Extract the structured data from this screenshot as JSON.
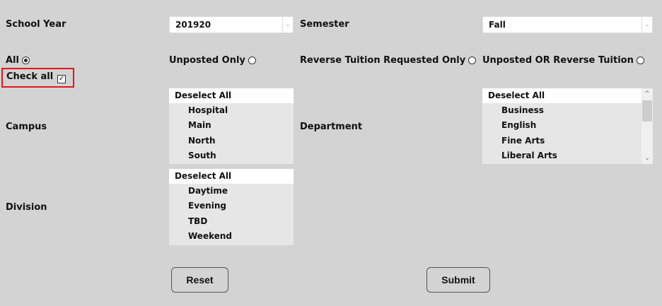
{
  "filters": {
    "school_year": {
      "label": "School Year",
      "value": "201920"
    },
    "semester": {
      "label": "Semester",
      "value": "Fall"
    }
  },
  "radios": [
    {
      "label": "All",
      "selected": true
    },
    {
      "label": "Unposted Only",
      "selected": false
    },
    {
      "label": "Reverse Tuition Requested Only",
      "selected": false
    },
    {
      "label": "Unposted OR Reverse Tuition",
      "selected": false
    }
  ],
  "check_all": {
    "label": "Check all",
    "checked": true,
    "check_glyph": "✓"
  },
  "campus": {
    "label": "Campus",
    "deselect_label": "Deselect All",
    "items": [
      "Hospital",
      "Main",
      "North",
      "South"
    ]
  },
  "department": {
    "label": "Department",
    "deselect_label": "Deselect All",
    "items": [
      "Business",
      "English",
      "Fine Arts",
      "Liberal Arts"
    ]
  },
  "division": {
    "label": "Division",
    "deselect_label": "Deselect All",
    "items": [
      "Daytime",
      "Evening",
      "TBD",
      "Weekend"
    ]
  },
  "buttons": {
    "reset": "Reset",
    "submit": "Submit"
  },
  "icons": {
    "dropdown": "⌄",
    "scroll_up": "^",
    "scroll_down": "⌄"
  },
  "colors": {
    "background": "#d3d3d3",
    "highlight": "#e8141a",
    "list_bg": "#e6e6e6"
  }
}
